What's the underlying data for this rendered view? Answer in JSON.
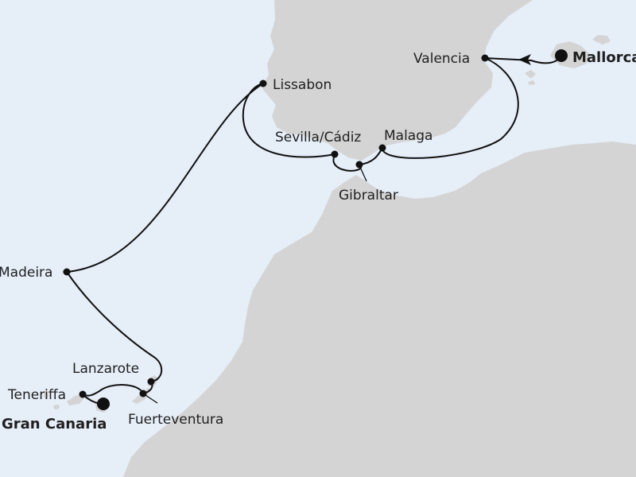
{
  "colors": {
    "sea": "#e6eef8",
    "land": "#d4d4d4",
    "route": "#111111",
    "text": "#1f1f1f"
  },
  "ports": {
    "mallorca": "Mallorca",
    "valencia": "Valencia",
    "lissabon": "Lissabon",
    "sevilla_cadiz": "Sevilla/Cádiz",
    "malaga": "Malaga",
    "gibraltar": "Gibraltar",
    "madeira": "Madeira",
    "lanzarote": "Lanzarote",
    "teneriffa": "Teneriffa",
    "fuerteventura": "Fuerteventura",
    "gran_canaria": "Gran Canaria"
  }
}
